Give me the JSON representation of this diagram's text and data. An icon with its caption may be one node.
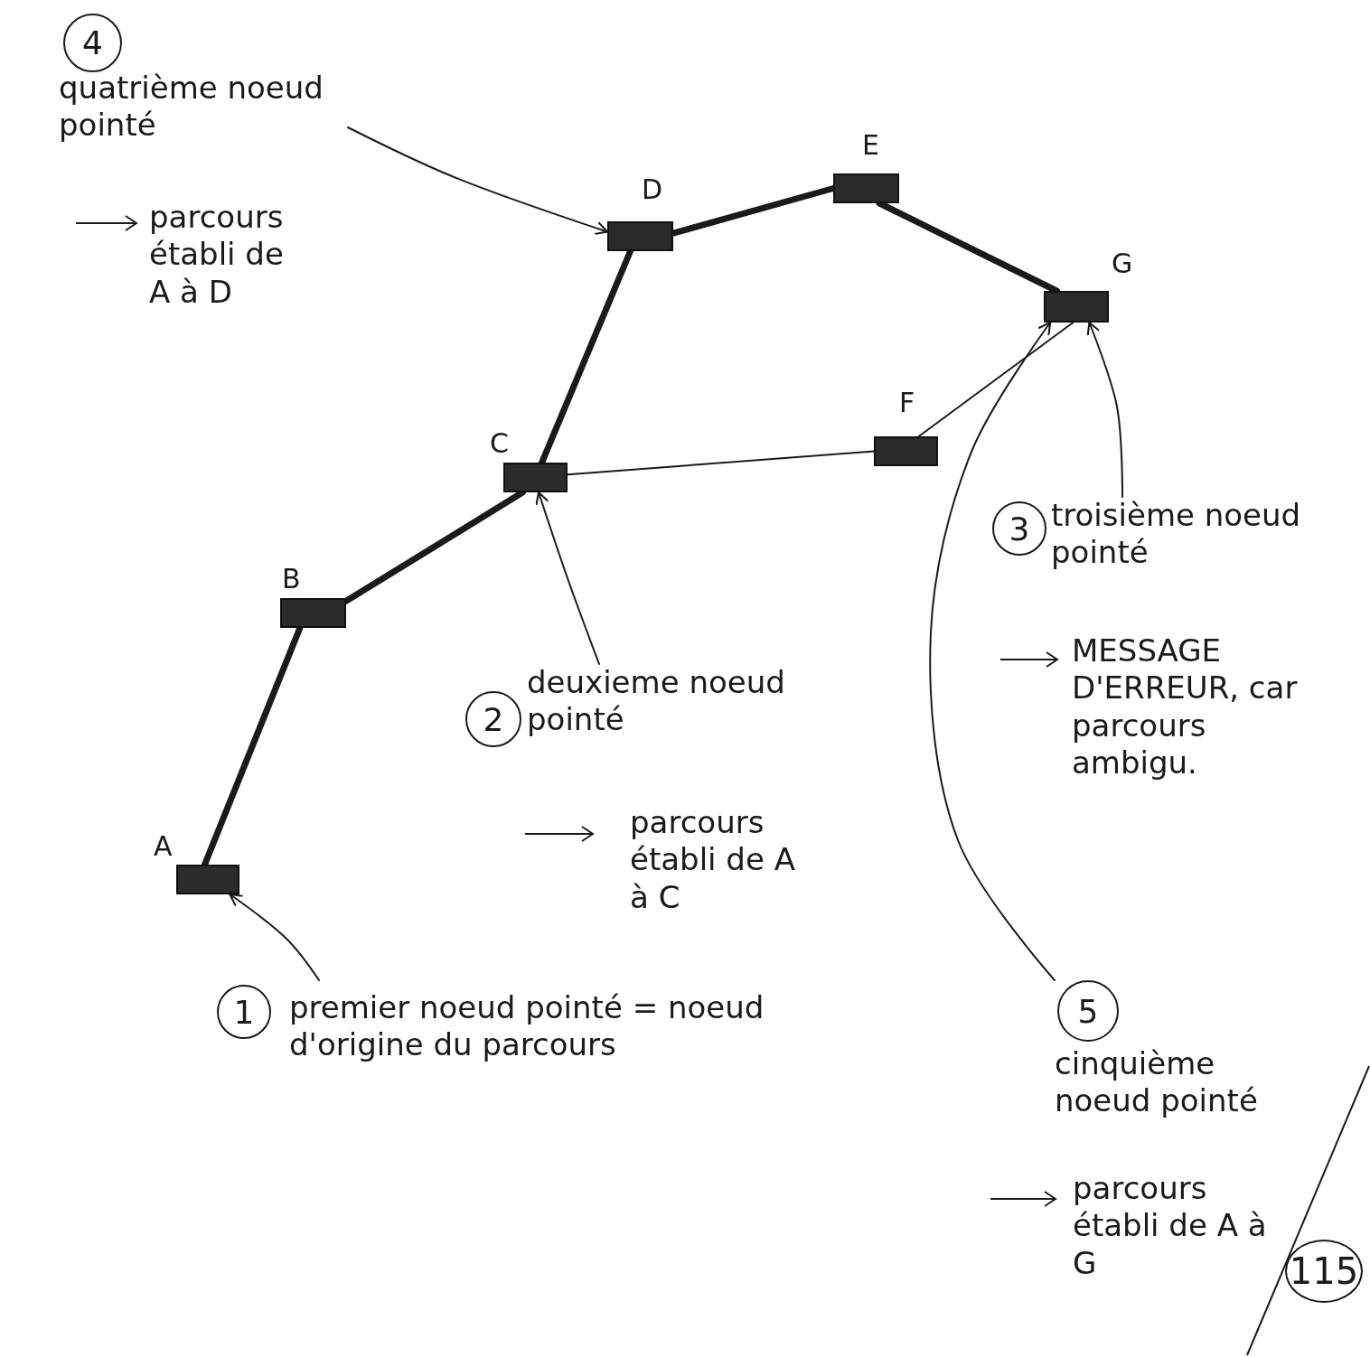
{
  "diagram": {
    "nodes": [
      {
        "text": [
          "A"
        ]
      },
      {
        "text": [
          "B"
        ]
      },
      {
        "text": [
          "C"
        ]
      },
      {
        "text": [
          "D"
        ]
      },
      {
        "text": [
          "E"
        ]
      },
      {
        "text": [
          "F"
        ]
      },
      {
        "text": [
          "G"
        ]
      },
      {
        "text": [
          "4",
          "quatrième noeud pointé",
          "parcours établi de A à D"
        ]
      },
      {
        "text": [
          "3",
          "troisième noeud pointé",
          "MESSAGE D'ERREUR, car parcours ambigu."
        ]
      },
      {
        "text": [
          "2",
          "deuxieme noeud pointé",
          "parcours établi de A à C"
        ]
      },
      {
        "text": [
          "1",
          "premier noeud pointé = noeud d'origine du parcours"
        ]
      },
      {
        "text": [
          "5",
          "cinquième noeud pointé",
          "parcours établi de A à G"
        ]
      }
    ],
    "edges": [
      {
        "from": 0,
        "to": 1,
        "arrow": "none",
        "style": "thick"
      },
      {
        "from": 1,
        "to": 2,
        "arrow": "none",
        "style": "thick"
      },
      {
        "from": 2,
        "to": 3,
        "arrow": "none",
        "style": "thick"
      },
      {
        "from": 3,
        "to": 4,
        "arrow": "none",
        "style": "thick"
      },
      {
        "from": 4,
        "to": 6,
        "arrow": "none",
        "style": "thick"
      },
      {
        "from": 2,
        "to": 5,
        "arrow": "none"
      },
      {
        "from": 5,
        "to": 6,
        "arrow": "none"
      },
      {
        "from": 7,
        "to": 3,
        "arrow": "to"
      },
      {
        "from": 8,
        "to": 6,
        "arrow": "to"
      },
      {
        "from": 9,
        "to": 2,
        "arrow": "to"
      },
      {
        "from": 10,
        "to": 0,
        "arrow": "to"
      },
      {
        "from": 11,
        "to": 6,
        "arrow": "to"
      }
    ],
    "labels": [
      "115"
    ]
  }
}
